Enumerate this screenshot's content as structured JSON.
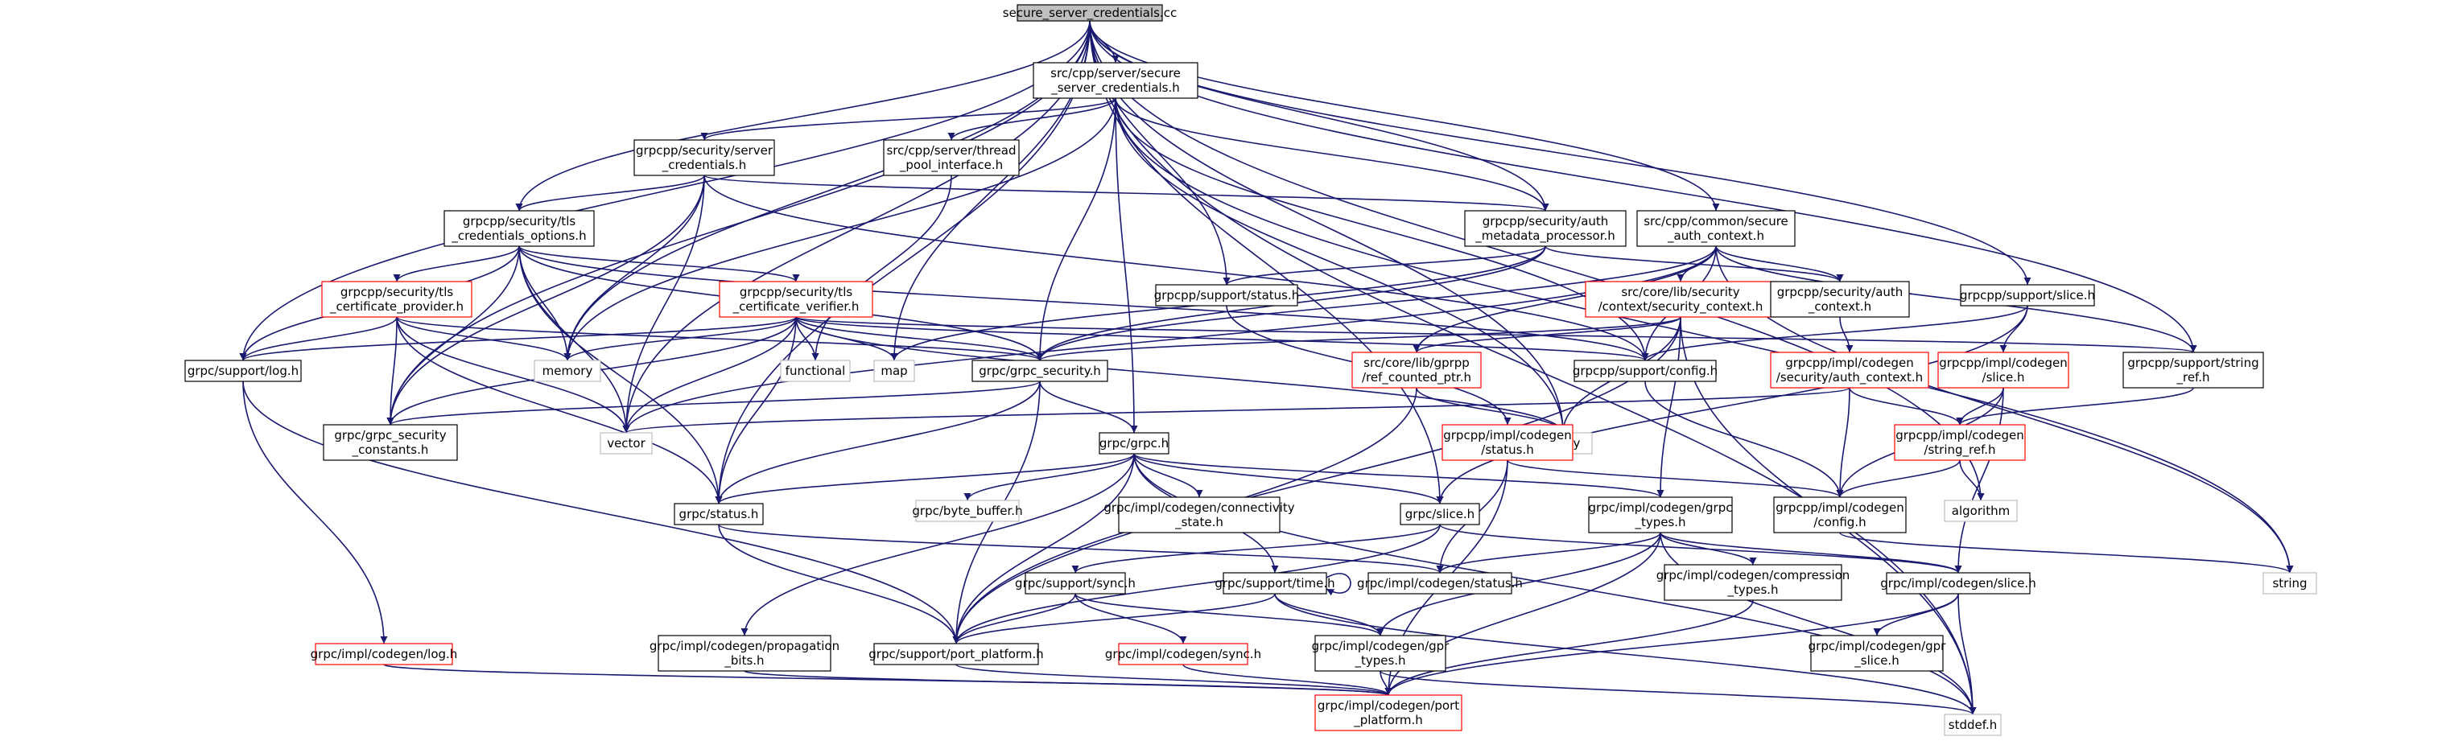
{
  "colors": {
    "edge": "#191970",
    "root_fill": "#bfbfbf",
    "doc_border": "#000000",
    "missing_doc_border": "#ff0000",
    "system_border": "#bfbfbf",
    "system_text": "#808080"
  },
  "graph": {
    "nodes": [
      {
        "id": "root",
        "kind": "root",
        "lines": [
          "secure_server_credentials.cc"
        ]
      },
      {
        "id": "ssc_h",
        "kind": "doc",
        "lines": [
          "src/cpp/server/secure",
          "_server_credentials.h"
        ]
      },
      {
        "id": "server_creds",
        "kind": "doc",
        "lines": [
          "grpcpp/security/server",
          "_credentials.h"
        ]
      },
      {
        "id": "thread_pool",
        "kind": "doc",
        "lines": [
          "src/cpp/server/thread",
          "_pool_interface.h"
        ]
      },
      {
        "id": "tls_opts",
        "kind": "doc",
        "lines": [
          "grpcpp/security/tls",
          "_credentials_options.h"
        ]
      },
      {
        "id": "auth_meta",
        "kind": "doc",
        "lines": [
          "grpcpp/security/auth",
          "_metadata_processor.h"
        ]
      },
      {
        "id": "common_sac",
        "kind": "doc",
        "lines": [
          "src/cpp/common/secure",
          "_auth_context.h"
        ]
      },
      {
        "id": "tls_cert_prov",
        "kind": "missing",
        "lines": [
          "grpcpp/security/tls",
          "_certificate_provider.h"
        ]
      },
      {
        "id": "tls_cert_ver",
        "kind": "missing",
        "lines": [
          "grpcpp/security/tls",
          "_certificate_verifier.h"
        ]
      },
      {
        "id": "support_status",
        "kind": "doc",
        "lines": [
          "grpcpp/support/status.h"
        ]
      },
      {
        "id": "core_sec_ctx",
        "kind": "missing",
        "lines": [
          "src/core/lib/security",
          "/context/security_context.h"
        ]
      },
      {
        "id": "sec_auth_ctx",
        "kind": "doc",
        "lines": [
          "grpcpp/security/auth",
          "_context.h"
        ]
      },
      {
        "id": "support_slice",
        "kind": "doc",
        "lines": [
          "grpcpp/support/slice.h"
        ]
      },
      {
        "id": "support_log",
        "kind": "doc",
        "lines": [
          "grpc/support/log.h"
        ]
      },
      {
        "id": "memory",
        "kind": "system",
        "lines": [
          "memory"
        ]
      },
      {
        "id": "grpc_security",
        "kind": "doc",
        "lines": [
          "grpc/grpc_security.h"
        ]
      },
      {
        "id": "functional",
        "kind": "system",
        "lines": [
          "functional"
        ]
      },
      {
        "id": "map",
        "kind": "system",
        "lines": [
          "map"
        ]
      },
      {
        "id": "support_config",
        "kind": "doc",
        "lines": [
          "grpcpp/support/config.h"
        ]
      },
      {
        "id": "ref_counted",
        "kind": "missing",
        "lines": [
          "src/core/lib/gprpp",
          "/ref_counted_ptr.h"
        ]
      },
      {
        "id": "codegen_sac",
        "kind": "missing",
        "lines": [
          "grpcpp/impl/codegen",
          "/security/auth_context.h"
        ]
      },
      {
        "id": "codegen_slice_pp",
        "kind": "missing",
        "lines": [
          "grpcpp/impl/codegen",
          "/slice.h"
        ]
      },
      {
        "id": "string_ref",
        "kind": "doc",
        "lines": [
          "grpcpp/support/string",
          "_ref.h"
        ]
      },
      {
        "id": "sec_constants",
        "kind": "doc",
        "lines": [
          "grpc/grpc_security",
          "_constants.h"
        ]
      },
      {
        "id": "vector",
        "kind": "system",
        "lines": [
          "vector"
        ]
      },
      {
        "id": "utility",
        "kind": "system",
        "lines": [
          "utility"
        ]
      },
      {
        "id": "codegen_status_pp",
        "kind": "missing",
        "lines": [
          "grpcpp/impl/codegen",
          "/status.h"
        ]
      },
      {
        "id": "codegen_string_ref",
        "kind": "missing",
        "lines": [
          "grpcpp/impl/codegen",
          "/string_ref.h"
        ]
      },
      {
        "id": "grpc_h",
        "kind": "doc",
        "lines": [
          "grpc/grpc.h"
        ]
      },
      {
        "id": "grpc_status",
        "kind": "doc",
        "lines": [
          "grpc/status.h"
        ]
      },
      {
        "id": "byte_buffer",
        "kind": "system",
        "lines": [
          "grpc/byte_buffer.h"
        ]
      },
      {
        "id": "conn_state",
        "kind": "doc",
        "lines": [
          "grpc/impl/codegen/connectivity",
          "_state.h"
        ]
      },
      {
        "id": "grpc_slice",
        "kind": "doc",
        "lines": [
          "grpc/slice.h"
        ]
      },
      {
        "id": "grpc_types",
        "kind": "doc",
        "lines": [
          "grpc/impl/codegen/grpc",
          "_types.h"
        ]
      },
      {
        "id": "codegen_config_pp",
        "kind": "doc",
        "lines": [
          "grpcpp/impl/codegen",
          "/config.h"
        ]
      },
      {
        "id": "algorithm",
        "kind": "system",
        "lines": [
          "algorithm"
        ]
      },
      {
        "id": "codegen_status_c",
        "kind": "doc",
        "lines": [
          "grpc/impl/codegen/status.h"
        ]
      },
      {
        "id": "support_sync",
        "kind": "doc",
        "lines": [
          "grpc/support/sync.h"
        ]
      },
      {
        "id": "support_time",
        "kind": "doc",
        "lines": [
          "grpc/support/time.h"
        ]
      },
      {
        "id": "compression",
        "kind": "doc",
        "lines": [
          "grpc/impl/codegen/compression",
          "_types.h"
        ]
      },
      {
        "id": "codegen_slice_c",
        "kind": "doc",
        "lines": [
          "grpc/impl/codegen/slice.h"
        ]
      },
      {
        "id": "string",
        "kind": "system",
        "lines": [
          "string"
        ]
      },
      {
        "id": "codegen_log",
        "kind": "missing",
        "lines": [
          "grpc/impl/codegen/log.h"
        ]
      },
      {
        "id": "propagation",
        "kind": "doc",
        "lines": [
          "grpc/impl/codegen/propagation",
          "_bits.h"
        ]
      },
      {
        "id": "port_platform",
        "kind": "doc",
        "lines": [
          "grpc/support/port_platform.h"
        ]
      },
      {
        "id": "codegen_sync",
        "kind": "missing",
        "lines": [
          "grpc/impl/codegen/sync.h"
        ]
      },
      {
        "id": "gpr_types",
        "kind": "doc",
        "lines": [
          "grpc/impl/codegen/gpr",
          "_types.h"
        ]
      },
      {
        "id": "gpr_slice",
        "kind": "doc",
        "lines": [
          "grpc/impl/codegen/gpr",
          "_slice.h"
        ]
      },
      {
        "id": "stddef",
        "kind": "system",
        "lines": [
          "stddef.h"
        ]
      },
      {
        "id": "codegen_port",
        "kind": "missing",
        "lines": [
          "grpc/impl/codegen/port",
          "_platform.h"
        ]
      }
    ],
    "edges": [
      [
        "root",
        "ssc_h"
      ],
      [
        "root",
        "tls_opts"
      ],
      [
        "root",
        "auth_meta"
      ],
      [
        "root",
        "common_sac"
      ],
      [
        "root",
        "support_status"
      ],
      [
        "root",
        "support_slice"
      ],
      [
        "root",
        "support_log"
      ],
      [
        "root",
        "memory"
      ],
      [
        "root",
        "map"
      ],
      [
        "root",
        "sec_constants"
      ],
      [
        "root",
        "vector"
      ],
      [
        "root",
        "grpc_status"
      ],
      [
        "root",
        "grpc_slice"
      ],
      [
        "root",
        "utility"
      ],
      [
        "root",
        "string_ref"
      ],
      [
        "root",
        "algorithm"
      ],
      [
        "root",
        "stddef"
      ],
      [
        "ssc_h",
        "server_creds"
      ],
      [
        "ssc_h",
        "thread_pool"
      ],
      [
        "ssc_h",
        "auth_meta"
      ],
      [
        "ssc_h",
        "memory"
      ],
      [
        "ssc_h",
        "grpc_security"
      ],
      [
        "ssc_h",
        "grpc_h"
      ],
      [
        "ssc_h",
        "support_config"
      ],
      [
        "ssc_h",
        "utility"
      ],
      [
        "ssc_h",
        "string"
      ],
      [
        "server_creds",
        "tls_opts"
      ],
      [
        "server_creds",
        "auth_meta"
      ],
      [
        "server_creds",
        "support_config"
      ],
      [
        "server_creds",
        "memory"
      ],
      [
        "server_creds",
        "vector"
      ],
      [
        "server_creds",
        "sec_constants"
      ],
      [
        "thread_pool",
        "functional"
      ],
      [
        "tls_opts",
        "tls_cert_prov"
      ],
      [
        "tls_opts",
        "tls_cert_ver"
      ],
      [
        "tls_opts",
        "grpc_security"
      ],
      [
        "tls_opts",
        "support_log"
      ],
      [
        "tls_opts",
        "memory"
      ],
      [
        "tls_opts",
        "vector"
      ],
      [
        "tls_opts",
        "sec_constants"
      ],
      [
        "tls_opts",
        "grpc_status"
      ],
      [
        "tls_opts",
        "support_config"
      ],
      [
        "tls_cert_prov",
        "support_log"
      ],
      [
        "tls_cert_prov",
        "memory"
      ],
      [
        "tls_cert_prov",
        "vector"
      ],
      [
        "tls_cert_prov",
        "grpc_security"
      ],
      [
        "tls_cert_prov",
        "sec_constants"
      ],
      [
        "tls_cert_prov",
        "grpc_status"
      ],
      [
        "tls_cert_ver",
        "functional"
      ],
      [
        "tls_cert_ver",
        "map"
      ],
      [
        "tls_cert_ver",
        "memory"
      ],
      [
        "tls_cert_ver",
        "vector"
      ],
      [
        "tls_cert_ver",
        "utility"
      ],
      [
        "tls_cert_ver",
        "support_config"
      ],
      [
        "tls_cert_ver",
        "grpc_security"
      ],
      [
        "tls_cert_ver",
        "sec_constants"
      ],
      [
        "tls_cert_ver",
        "grpc_status"
      ],
      [
        "tls_cert_ver",
        "support_log"
      ],
      [
        "tls_cert_ver",
        "string_ref"
      ],
      [
        "auth_meta",
        "map"
      ],
      [
        "auth_meta",
        "sec_auth_ctx"
      ],
      [
        "auth_meta",
        "support_status"
      ],
      [
        "auth_meta",
        "grpc_security"
      ],
      [
        "common_sac",
        "sec_auth_ctx"
      ],
      [
        "common_sac",
        "core_sec_ctx"
      ],
      [
        "common_sac",
        "ref_counted"
      ],
      [
        "common_sac",
        "grpc_security"
      ],
      [
        "common_sac",
        "support_config"
      ],
      [
        "common_sac",
        "string_ref"
      ],
      [
        "common_sac",
        "vector"
      ],
      [
        "common_sac",
        "string"
      ],
      [
        "support_status",
        "codegen_status_pp"
      ],
      [
        "sec_auth_ctx",
        "codegen_sac"
      ],
      [
        "support_slice",
        "codegen_slice_pp"
      ],
      [
        "support_slice",
        "grpc_slice"
      ],
      [
        "support_slice",
        "support_config"
      ],
      [
        "core_sec_ctx",
        "ref_counted"
      ],
      [
        "core_sec_ctx",
        "grpc_security"
      ],
      [
        "core_sec_ctx",
        "port_platform"
      ],
      [
        "core_sec_ctx",
        "grpc_types"
      ],
      [
        "core_sec_ctx",
        "stddef"
      ],
      [
        "core_sec_ctx",
        "utility"
      ],
      [
        "codegen_sac",
        "codegen_config_pp"
      ],
      [
        "codegen_sac",
        "codegen_string_ref"
      ],
      [
        "codegen_sac",
        "vector"
      ],
      [
        "codegen_slice_pp",
        "codegen_string_ref"
      ],
      [
        "codegen_slice_pp",
        "codegen_config_pp"
      ],
      [
        "codegen_slice_pp",
        "codegen_slice_c"
      ],
      [
        "string_ref",
        "codegen_string_ref"
      ],
      [
        "codegen_string_ref",
        "algorithm"
      ],
      [
        "codegen_string_ref",
        "codegen_config_pp"
      ],
      [
        "support_log",
        "codegen_log"
      ],
      [
        "support_log",
        "port_platform"
      ],
      [
        "grpc_security",
        "grpc_h"
      ],
      [
        "grpc_security",
        "sec_constants"
      ],
      [
        "grpc_security",
        "grpc_status"
      ],
      [
        "grpc_security",
        "port_platform"
      ],
      [
        "support_config",
        "codegen_config_pp"
      ],
      [
        "ref_counted",
        "utility"
      ],
      [
        "ref_counted",
        "port_platform"
      ],
      [
        "codegen_status_pp",
        "codegen_config_pp"
      ],
      [
        "codegen_status_pp",
        "codegen_status_c"
      ],
      [
        "codegen_status_pp",
        "codegen_port"
      ],
      [
        "grpc_h",
        "grpc_status"
      ],
      [
        "grpc_h",
        "byte_buffer"
      ],
      [
        "grpc_h",
        "conn_state"
      ],
      [
        "grpc_h",
        "grpc_slice"
      ],
      [
        "grpc_h",
        "grpc_types"
      ],
      [
        "grpc_h",
        "propagation"
      ],
      [
        "grpc_h",
        "port_platform"
      ],
      [
        "grpc_h",
        "support_time"
      ],
      [
        "grpc_h",
        "stddef"
      ],
      [
        "grpc_status",
        "codegen_status_c"
      ],
      [
        "grpc_status",
        "port_platform"
      ],
      [
        "grpc_slice",
        "support_sync"
      ],
      [
        "grpc_slice",
        "codegen_slice_c"
      ],
      [
        "grpc_slice",
        "port_platform"
      ],
      [
        "grpc_types",
        "compression"
      ],
      [
        "grpc_types",
        "codegen_slice_c"
      ],
      [
        "grpc_types",
        "gpr_types"
      ],
      [
        "grpc_types",
        "codegen_status_c"
      ],
      [
        "grpc_types",
        "codegen_port"
      ],
      [
        "grpc_types",
        "stddef"
      ],
      [
        "codegen_config_pp",
        "string"
      ],
      [
        "support_sync",
        "port_platform"
      ],
      [
        "support_sync",
        "codegen_sync"
      ],
      [
        "support_sync",
        "gpr_types"
      ],
      [
        "support_time",
        "port_platform"
      ],
      [
        "support_time",
        "gpr_types"
      ],
      [
        "support_time",
        "stddef"
      ],
      [
        "support_time",
        "support_time"
      ],
      [
        "compression",
        "codegen_port"
      ],
      [
        "codegen_slice_c",
        "gpr_slice"
      ],
      [
        "codegen_slice_c",
        "codegen_port"
      ],
      [
        "codegen_slice_c",
        "stddef"
      ],
      [
        "codegen_log",
        "codegen_port"
      ],
      [
        "propagation",
        "codegen_port"
      ],
      [
        "port_platform",
        "codegen_port"
      ],
      [
        "codegen_sync",
        "codegen_port"
      ],
      [
        "gpr_types",
        "codegen_port"
      ],
      [
        "gpr_types",
        "stddef"
      ]
    ]
  }
}
